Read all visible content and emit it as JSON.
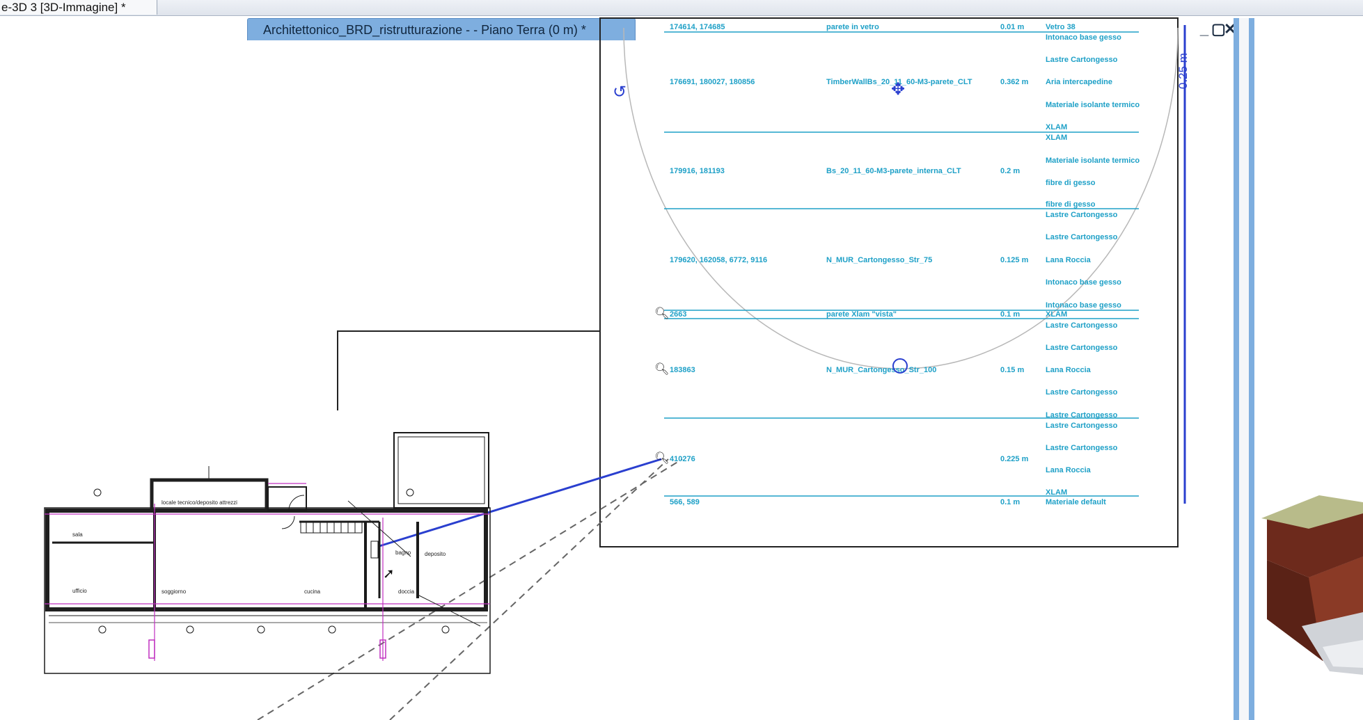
{
  "window": {
    "view_tab_title": "e-3D 3 [3D-Immagine] *",
    "document_title": "Architettonico_BRD_ristrutturazione -   - Piano Terra (0 m) *",
    "controls": {
      "minimize": "_",
      "restore": "▢",
      "close": "✕"
    }
  },
  "dimension_label": "0.25 m",
  "wall_schedule": {
    "rows": [
      {
        "ids": "174614, 174685",
        "name": "parete in vetro",
        "thickness": "0.01 m",
        "layers": [
          "Vetro 38",
          "Intonaco base gesso"
        ]
      },
      {
        "ids": "176691, 180027, 180856",
        "name": "TimberWallBs_20_11_60-M3-parete_CLT",
        "thickness": "0.362 m",
        "layers": [
          "Lastre Cartongesso",
          "Aria intercapedine",
          "Materiale isolante termico",
          "XLAM"
        ]
      },
      {
        "ids": "179916, 181193",
        "name": "Bs_20_11_60-M3-parete_interna_CLT",
        "thickness": "0.2 m",
        "layers": [
          "XLAM",
          "Materiale isolante termico",
          "fibre di gesso",
          "fibre di gesso"
        ]
      },
      {
        "ids": "179620, 162058, 6772, 9116",
        "name": "N_MUR_Cartongesso_Str_75",
        "thickness": "0.125 m",
        "layers": [
          "Lastre Cartongesso",
          "Lastre Cartongesso",
          "Lana Roccia",
          "Intonaco base gesso",
          "Intonaco base gesso"
        ]
      },
      {
        "ids": "2663",
        "name": "parete Xlam \"vista\"",
        "thickness": "0.1 m",
        "layers": [
          "XLAM"
        ]
      },
      {
        "ids": "183863",
        "name": "N_MUR_Cartongesso_Str_100",
        "thickness": "0.15 m",
        "layers": [
          "Lastre Cartongesso",
          "Lastre Cartongesso",
          "Lana Roccia",
          "Lastre Cartongesso",
          "Lastre Cartongesso"
        ]
      },
      {
        "ids": "410276",
        "name": "",
        "thickness": "0.225 m",
        "layers": [
          "Lastre Cartongesso",
          "Lastre Cartongesso",
          "Lana Roccia",
          "XLAM"
        ]
      },
      {
        "ids": "566, 589",
        "name": "",
        "thickness": "0.1 m",
        "layers": [
          "Materiale default"
        ]
      }
    ]
  },
  "plan_labels": {
    "storage": "locale tecnico/deposito attrezzi",
    "bagno": "bagno",
    "deposito": "deposito",
    "soggiorno": "soggiorno",
    "cucina": "cucina",
    "doccia": "doccia",
    "room_left": "sala",
    "room_left2": "ufficio"
  },
  "colors": {
    "accent": "#1ea0c7",
    "title_tab": "#7eaedf",
    "plan_wall": "#1a1a1a",
    "plan_accent": "#c030c0"
  },
  "icons": [
    "rotate-icon",
    "move-icon",
    "magnifier-icon",
    "grip-icon",
    "cursor-icon"
  ]
}
